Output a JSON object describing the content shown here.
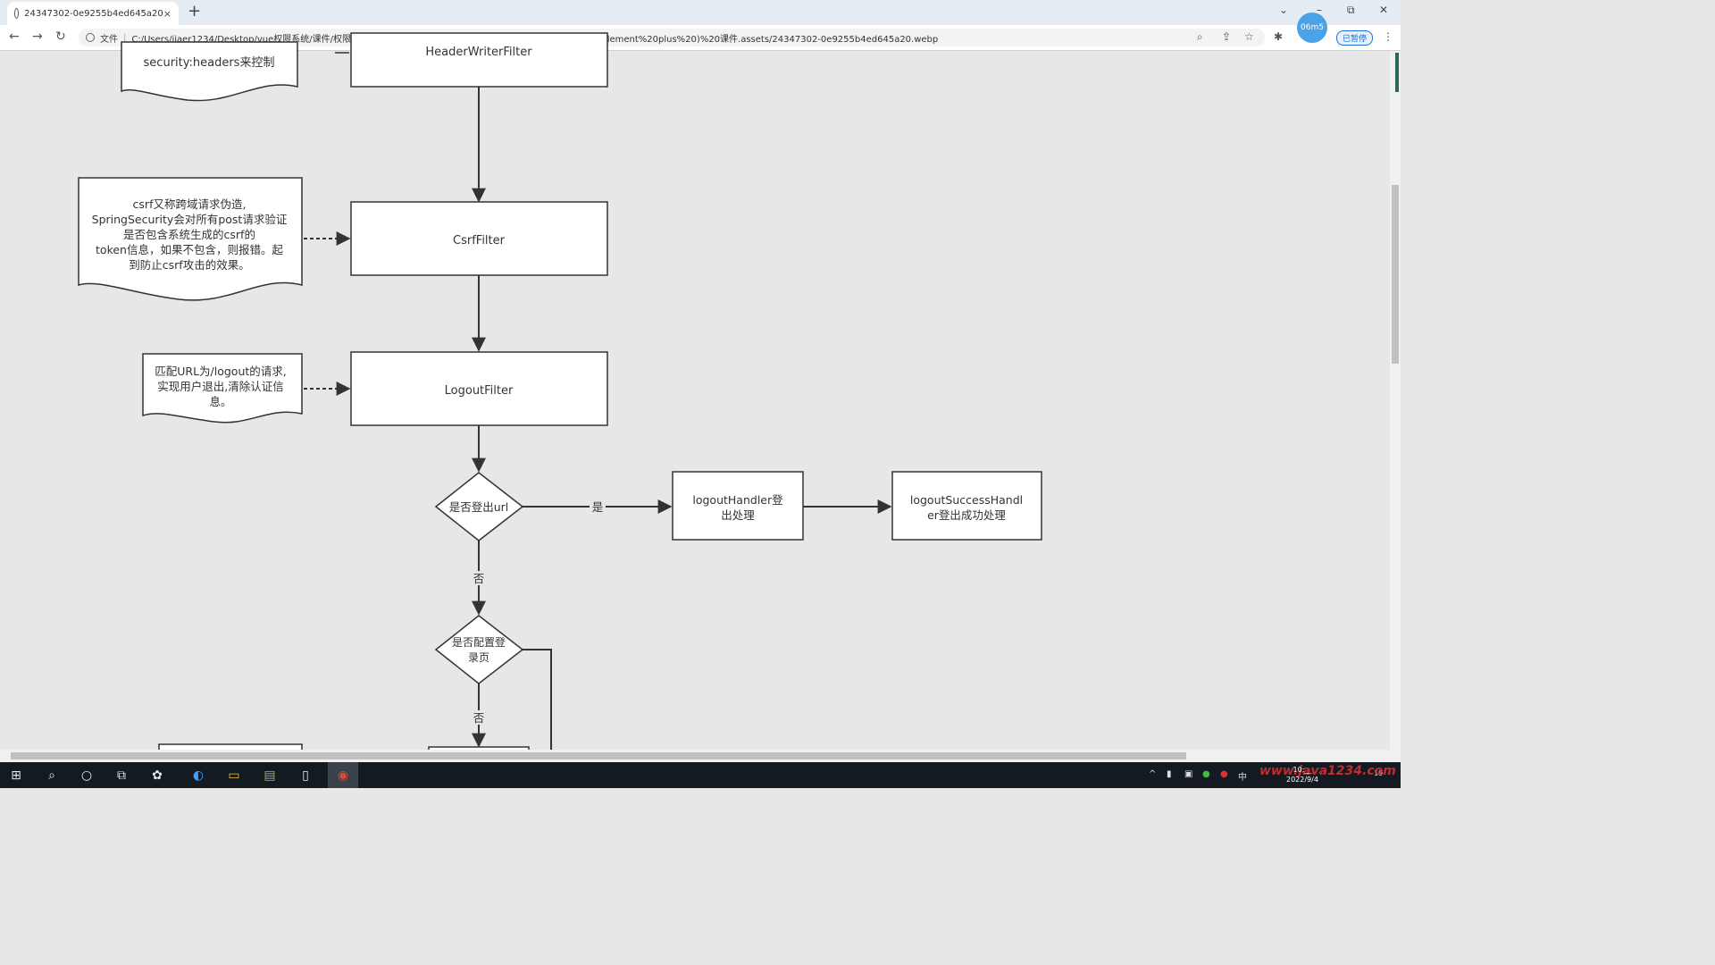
{
  "browser": {
    "tab_title": "24347302-0e9255b4ed645a20",
    "tab_close": "×",
    "new_tab": "+",
    "back": "←",
    "forward": "→",
    "reload": "↻",
    "scheme": "文件",
    "url": "C:/Users/jiaer1234/Desktop/vue权限系统/课件/权限系统实战课程%20(SpringBoot2+SpringSecurity+vue3.2+element%20plus%20)%20课件.assets/24347302-0e9255b4ed645a20.webp",
    "profile_label": "06m5",
    "paused_label": "已暂停",
    "minimize": "–",
    "restore": "⧉",
    "close": "✕",
    "collapse": "⌄"
  },
  "flowchart": {
    "top_note": "security:headers来控制",
    "header_writer_filter": "HeaderWriterFilter",
    "csrf_note": [
      "csrf又称跨域请求伪造,",
      "SpringSecurity会对所有post请求验证",
      "是否包含系统生成的csrf的",
      "token信息，如果不包含，则报错。起",
      "到防止csrf攻击的效果。"
    ],
    "csrf_filter": "CsrfFilter",
    "logout_note": [
      "匹配URL为/logout的请求,",
      "实现用户退出,清除认证信",
      "息。"
    ],
    "logout_filter": "LogoutFilter",
    "decision_logout_url": "是否登出url",
    "yes_label": "是",
    "no_label": "否",
    "logout_handler": [
      "logoutHandler登",
      "出处理"
    ],
    "logout_success_handler": [
      "logoutSuccessHandl",
      "er登出成功处理"
    ],
    "decision_login_page": [
      "是否配置登",
      "录页"
    ],
    "no_label_2": "否"
  },
  "taskbar": {
    "clock_time": "10:__",
    "clock_date": "2022/9/4",
    "watermark": "www.java1234.com",
    "ime": "中",
    "notification_count": "19"
  }
}
